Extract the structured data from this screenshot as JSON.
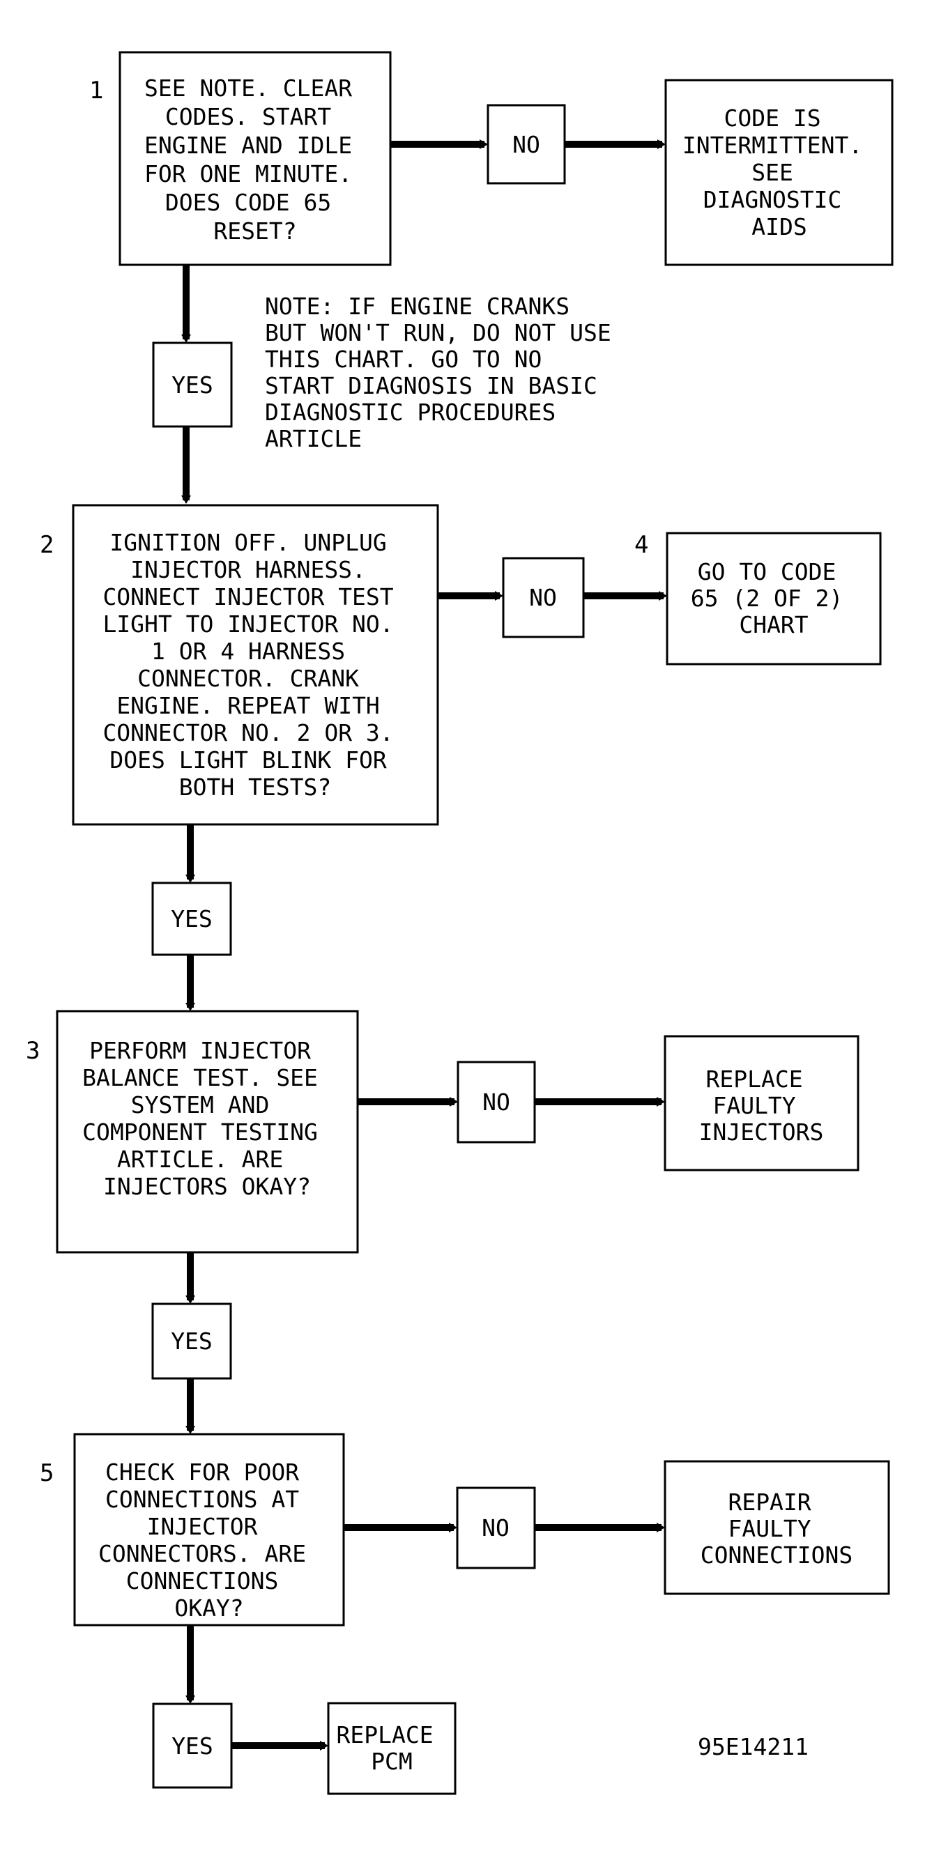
{
  "step1": {
    "number": "1",
    "lines": [
      "SEE NOTE. CLEAR",
      "CODES. START",
      "ENGINE AND IDLE",
      "FOR ONE MINUTE.",
      "DOES CODE 65",
      "RESET?"
    ],
    "no_label": "NO",
    "yes_label": "YES",
    "no_result": [
      "CODE IS",
      "INTERMITTENT.",
      "SEE",
      "DIAGNOSTIC",
      "AIDS"
    ]
  },
  "note": {
    "lines": [
      "NOTE: IF ENGINE CRANKS",
      "BUT WON'T RUN, DO NOT USE",
      "THIS CHART. GO TO NO",
      "START DIAGNOSIS IN BASIC",
      "DIAGNOSTIC PROCEDURES",
      "ARTICLE"
    ]
  },
  "step2": {
    "number": "2",
    "lines": [
      "IGNITION OFF. UNPLUG",
      "INJECTOR HARNESS.",
      "CONNECT INJECTOR TEST",
      "LIGHT TO INJECTOR NO.",
      "1 OR 4 HARNESS",
      "CONNECTOR. CRANK",
      "ENGINE. REPEAT WITH",
      "CONNECTOR NO. 2 OR 3.",
      "DOES LIGHT BLINK FOR",
      "BOTH TESTS?"
    ],
    "no_label": "NO",
    "yes_label": "YES"
  },
  "step4": {
    "number": "4",
    "lines": [
      "GO TO CODE",
      "65 (2 OF 2)",
      "CHART"
    ]
  },
  "step3": {
    "number": "3",
    "lines": [
      "PERFORM INJECTOR",
      "BALANCE TEST. SEE",
      "SYSTEM AND",
      "COMPONENT TESTING",
      "ARTICLE. ARE",
      "INJECTORS OKAY?"
    ],
    "no_label": "NO",
    "yes_label": "YES",
    "no_result": [
      "REPLACE",
      "FAULTY",
      "INJECTORS"
    ]
  },
  "step5": {
    "number": "5",
    "lines": [
      "CHECK FOR POOR",
      "CONNECTIONS AT",
      "INJECTOR",
      "CONNECTORS. ARE",
      "CONNECTIONS",
      "OKAY?"
    ],
    "no_label": "NO",
    "yes_label": "YES",
    "no_result": [
      "REPAIR",
      "FAULTY",
      "CONNECTIONS"
    ],
    "yes_result": [
      "REPLACE",
      "PCM"
    ]
  },
  "figure_id": "95E14211"
}
